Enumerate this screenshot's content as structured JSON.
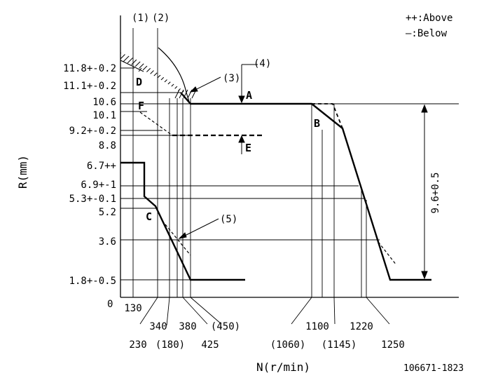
{
  "header": {
    "marker_1": "(1)",
    "marker_2": "(2)",
    "legend_above": "++:Above",
    "legend_below": "—:Below"
  },
  "axes": {
    "y_label": "R(mm)",
    "x_label": "N(r/min)",
    "origin": "0"
  },
  "y_ticks": [
    "11.8+-0.2",
    "11.1+-0.2",
    "10.6",
    "10.1",
    "9.2+-0.2",
    "8.8",
    "6.7++",
    "6.9+-1",
    "5.3+-0.1",
    "5.2",
    "3.6",
    "1.8+-0.5"
  ],
  "x_ticks_upper": [
    "130",
    "340",
    "380",
    "(450)",
    "1100",
    "1220"
  ],
  "x_ticks_lower": [
    "230",
    "(180)",
    "425",
    "(1060)",
    "(1145)",
    "1250"
  ],
  "callouts": {
    "c3": "(3)",
    "c4": "(4)",
    "c5": "(5)"
  },
  "points": {
    "A": "A",
    "B": "B",
    "C": "C",
    "D": "D",
    "E": "E",
    "F": "F"
  },
  "span_label": "9.6+0.5",
  "figure_id": "106671-1823"
}
